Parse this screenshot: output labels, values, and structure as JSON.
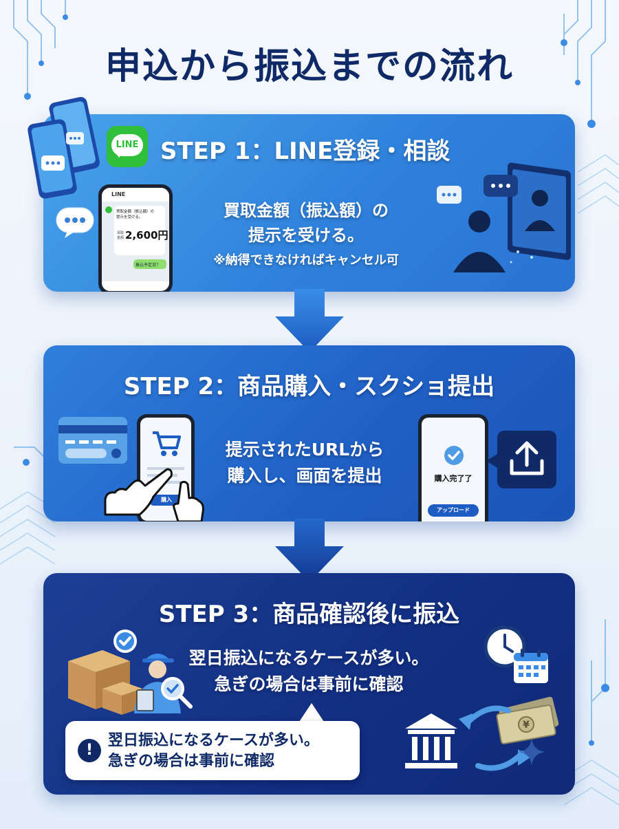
{
  "title": "申込から振込までの流れ",
  "steps": [
    {
      "title": "STEP 1：LINE登録・相談",
      "desc_line1": "買取金額（振込額）の",
      "desc_line2": "提示を受ける。",
      "note": "※納得できなければキャンセル可",
      "line_logo": "LINE",
      "phone": {
        "app_label": "LINE",
        "msg_line1": "買取金額（振込額）の",
        "msg_line2": "提示を受ける。",
        "amount_label_top": "買取",
        "amount_label_bottom": "金額",
        "amount": "2,600円",
        "reply": "振込予定日？"
      }
    },
    {
      "title": "STEP 2：商品購入・スクショ提出",
      "desc_line1": "提示されたURLから",
      "desc_line2": "購入し、画面を提出",
      "buy_button": "購入",
      "complete_label": "購入完了了",
      "upload_button": "アップロード"
    },
    {
      "title": "STEP 3：商品確認後に振込",
      "desc_line1": "翌日振込になるケースが多い。",
      "desc_line2": "急ぎの場合は事前に確認",
      "alert_line1": "翌日振込になるケースが多い。",
      "alert_line2": "急ぎの場合は事前に確認",
      "currency_symbol": "¥"
    }
  ],
  "colors": {
    "title": "#0f2a66",
    "step1": "#3a90e4",
    "step2": "#2366cc",
    "step3": "#142f80",
    "line_green": "#2fbf3b"
  },
  "icons": [
    "line-logo-icon",
    "phone-icon",
    "chat-bubble-icon",
    "video-call-icon",
    "credit-card-icon",
    "cart-icon",
    "hand-pointer-icon",
    "check-circle-icon",
    "upload-icon",
    "box-icon",
    "worker-icon",
    "magnifier-icon",
    "clock-icon",
    "calendar-icon",
    "bank-icon",
    "money-icon",
    "exchange-arrows-icon",
    "exclamation-icon"
  ]
}
